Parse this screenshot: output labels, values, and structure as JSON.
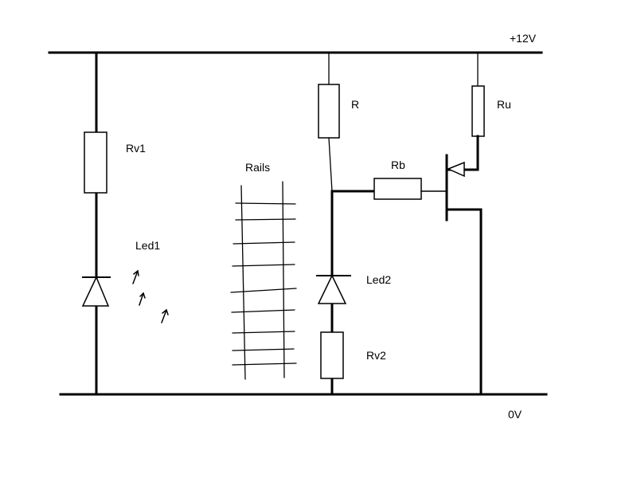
{
  "rails": {
    "top_label": "+12V",
    "bottom_label": "0V"
  },
  "components": {
    "rv1": "Rv1",
    "led1": "Led1",
    "rails": "Rails",
    "r": "R",
    "rb": "Rb",
    "ru": "Ru",
    "led2": "Led2",
    "rv2": "Rv2"
  },
  "colors": {
    "ink": "#000000",
    "background": "#ffffff"
  }
}
